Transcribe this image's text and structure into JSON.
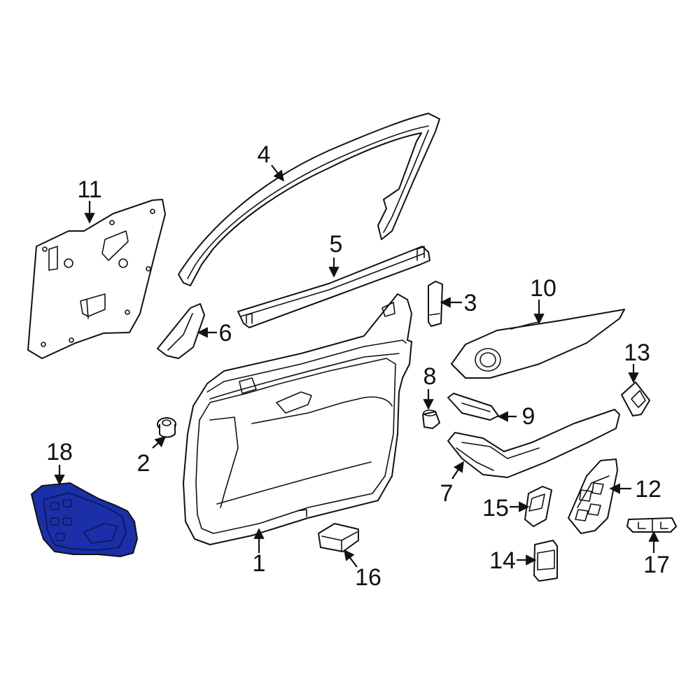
{
  "parts": [
    {
      "id": "part-1",
      "label": "1"
    },
    {
      "id": "part-2",
      "label": "2"
    },
    {
      "id": "part-3",
      "label": "3"
    },
    {
      "id": "part-4",
      "label": "4"
    },
    {
      "id": "part-5",
      "label": "5"
    },
    {
      "id": "part-6",
      "label": "6"
    },
    {
      "id": "part-7",
      "label": "7"
    },
    {
      "id": "part-8",
      "label": "8"
    },
    {
      "id": "part-9",
      "label": "9"
    },
    {
      "id": "part-10",
      "label": "10"
    },
    {
      "id": "part-11",
      "label": "11"
    },
    {
      "id": "part-12",
      "label": "12"
    },
    {
      "id": "part-13",
      "label": "13"
    },
    {
      "id": "part-14",
      "label": "14"
    },
    {
      "id": "part-15",
      "label": "15"
    },
    {
      "id": "part-16",
      "label": "16"
    },
    {
      "id": "part-17",
      "label": "17"
    },
    {
      "id": "part-18",
      "label": "18",
      "highlighted": true
    }
  ],
  "colors": {
    "highlight": "#1a2fa8",
    "line": "#111111",
    "background": "#ffffff"
  }
}
